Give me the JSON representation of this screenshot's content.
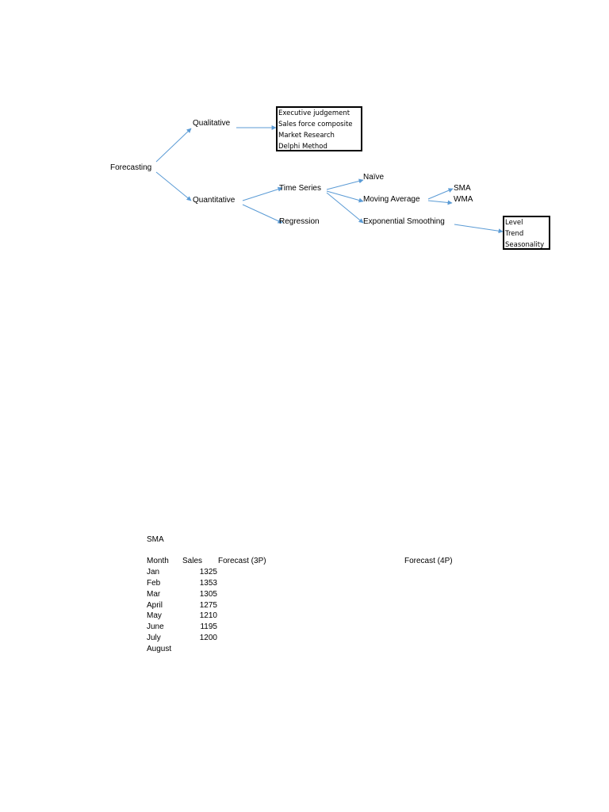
{
  "diagram": {
    "root": "Forecasting",
    "qualitative": "Qualitative",
    "quantitative": "Quantitative",
    "qualitative_methods": [
      "Executive judgement",
      "Sales force composite",
      "Market Research",
      "Delphi Method"
    ],
    "time_series": "Time Series",
    "regression": "Regression",
    "naive": "Naïve",
    "moving_average": "Moving Average",
    "exponential_smoothing": "Exponential Smoothing",
    "sma": "SMA",
    "wma": "WMA",
    "smoothing_components": [
      "Level",
      "Trend",
      "Seasonality"
    ],
    "arrow_color": "#5b9bd5"
  },
  "table": {
    "title": "SMA",
    "headers": {
      "month": "Month",
      "sales": "Sales",
      "forecast3": "Forecast (3P)",
      "forecast4": "Forecast (4P)"
    },
    "rows": [
      {
        "month": "Jan",
        "sales": "1325"
      },
      {
        "month": "Feb",
        "sales": "1353"
      },
      {
        "month": "Mar",
        "sales": "1305"
      },
      {
        "month": "April",
        "sales": "1275"
      },
      {
        "month": "May",
        "sales": "1210"
      },
      {
        "month": "June",
        "sales": "1195"
      },
      {
        "month": "July",
        "sales": "1200"
      },
      {
        "month": "August",
        "sales": ""
      }
    ]
  }
}
